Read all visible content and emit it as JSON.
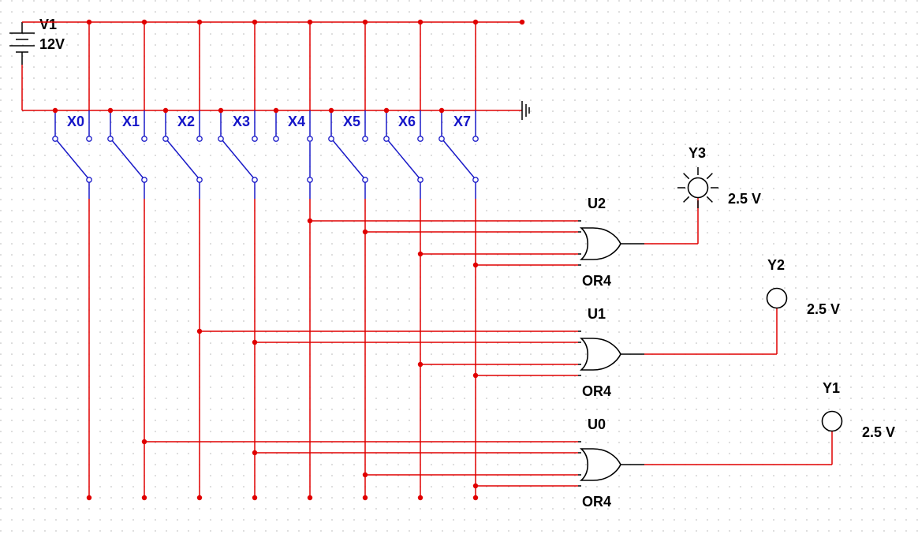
{
  "battery": {
    "name": "V1",
    "value": "12V"
  },
  "switches": [
    "X0",
    "X1",
    "X2",
    "X3",
    "X4",
    "X5",
    "X6",
    "X7"
  ],
  "gates": [
    {
      "ref": "U2",
      "type": "OR4",
      "output": "Y3"
    },
    {
      "ref": "U1",
      "type": "OR4",
      "output": "Y2"
    },
    {
      "ref": "U0",
      "type": "OR4",
      "output": "Y1"
    }
  ],
  "probes": [
    {
      "name": "Y3",
      "value": "2.5 V",
      "lit": true
    },
    {
      "name": "Y2",
      "value": "2.5 V",
      "lit": false
    },
    {
      "name": "Y1",
      "value": "2.5 V",
      "lit": false
    }
  ],
  "colors": {
    "wire": "#e00000",
    "component": "#1a1ac8",
    "background": "#ffffff",
    "grid": "#b4b4b4"
  }
}
